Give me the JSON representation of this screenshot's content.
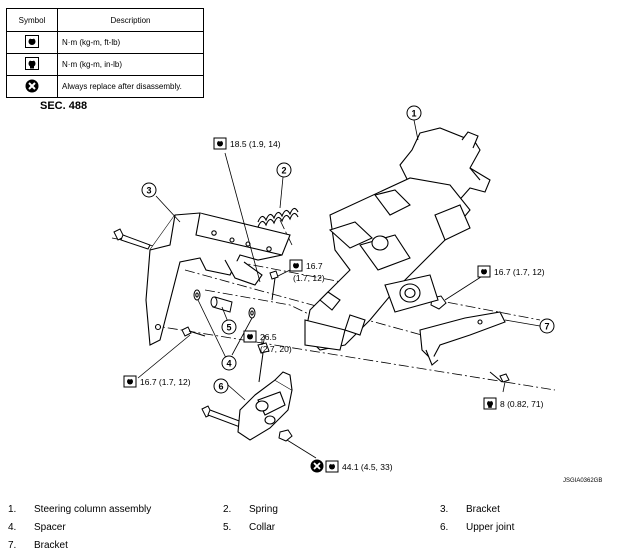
{
  "legend": {
    "header_symbol": "Symbol",
    "header_description": "Description",
    "rows": [
      {
        "icon": "torque-nm-kgm-ftlb-icon",
        "text": "N·m (kg-m, ft-lb)"
      },
      {
        "icon": "torque-nm-kgm-inlb-icon",
        "text": "N·m (kg-m, in-lb)"
      },
      {
        "icon": "always-replace-icon",
        "text": "Always replace after disassembly."
      }
    ]
  },
  "section": "SEC. 488",
  "callouts": [
    "1",
    "2",
    "3",
    "4",
    "5",
    "6",
    "7"
  ],
  "torques": [
    {
      "text": "18.5 (1.9, 14)"
    },
    {
      "text": "16.7"
    },
    {
      "text": "(1.7, 12)"
    },
    {
      "text": "16.7 (1.7, 12)"
    },
    {
      "text": "26.5"
    },
    {
      "text": "(2.7, 20)"
    },
    {
      "text": "16.7 (1.7, 12)"
    },
    {
      "text": "8 (0.82, 71)"
    },
    {
      "text": "44.1 (4.5, 33)"
    }
  ],
  "figure_code": "JSGIA0362GB",
  "parts": [
    {
      "num": "1.",
      "name": "Steering column assembly"
    },
    {
      "num": "2.",
      "name": "Spring"
    },
    {
      "num": "3.",
      "name": "Bracket"
    },
    {
      "num": "4.",
      "name": "Spacer"
    },
    {
      "num": "5.",
      "name": "Collar"
    },
    {
      "num": "6.",
      "name": "Upper joint"
    },
    {
      "num": "7.",
      "name": "Bracket"
    }
  ]
}
